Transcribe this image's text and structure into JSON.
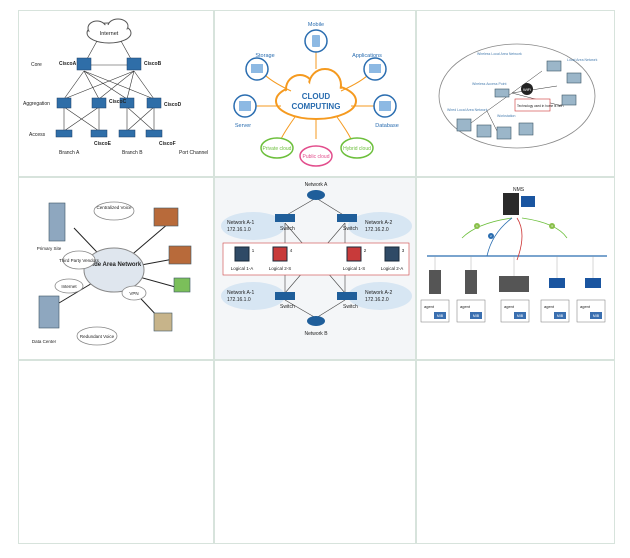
{
  "cell1": {
    "cloud": "Internet",
    "layers": [
      "Core",
      "Aggregation",
      "Access"
    ],
    "switches": [
      "CiscoA",
      "CiscoB",
      "CiscoC",
      "CiscoD",
      "CiscoE",
      "CiscoF"
    ],
    "branches": [
      "Branch A",
      "Branch B"
    ],
    "legend": "Port Channel"
  },
  "cell2": {
    "center_line1": "CLOUD",
    "center_line2": "COMPUTING",
    "items": [
      "Mobile",
      "Storage",
      "Applications",
      "Server",
      "Database"
    ],
    "clouds": [
      "Private cloud",
      "Public cloud",
      "Hybrid cloud"
    ]
  },
  "cell3": {
    "labels": [
      "Wireless Local Area Network",
      "Local Area Network",
      "Wireless Access Point",
      "Wired Local Area Network",
      "Workstation",
      "Technology used in home is WiFi",
      "WiFi"
    ]
  },
  "cell4": {
    "labels": [
      "Centralized Voice",
      "Primary Site",
      "Third Party Vendors",
      "Internet",
      "Wide Area Network",
      "VPN",
      "Data Center",
      "Redundant Voice"
    ]
  },
  "cell5": {
    "top_router": "Network A",
    "bottom_router": "Network B",
    "net_a1": [
      "Network A-1",
      "172.16.1.0"
    ],
    "net_a2": [
      "Network A-2",
      "172.16.2.0"
    ],
    "switch": "Switch",
    "logicals": [
      "Logical 1-A",
      "Logical 2-S",
      "Logical 1-S",
      "Logical 2-A"
    ],
    "ports": [
      "1",
      "4",
      "2",
      "3"
    ]
  },
  "cell6": {
    "title": "NMS",
    "agent": "agent",
    "mib": "MIB",
    "markers": [
      "1",
      "2",
      "3"
    ]
  }
}
